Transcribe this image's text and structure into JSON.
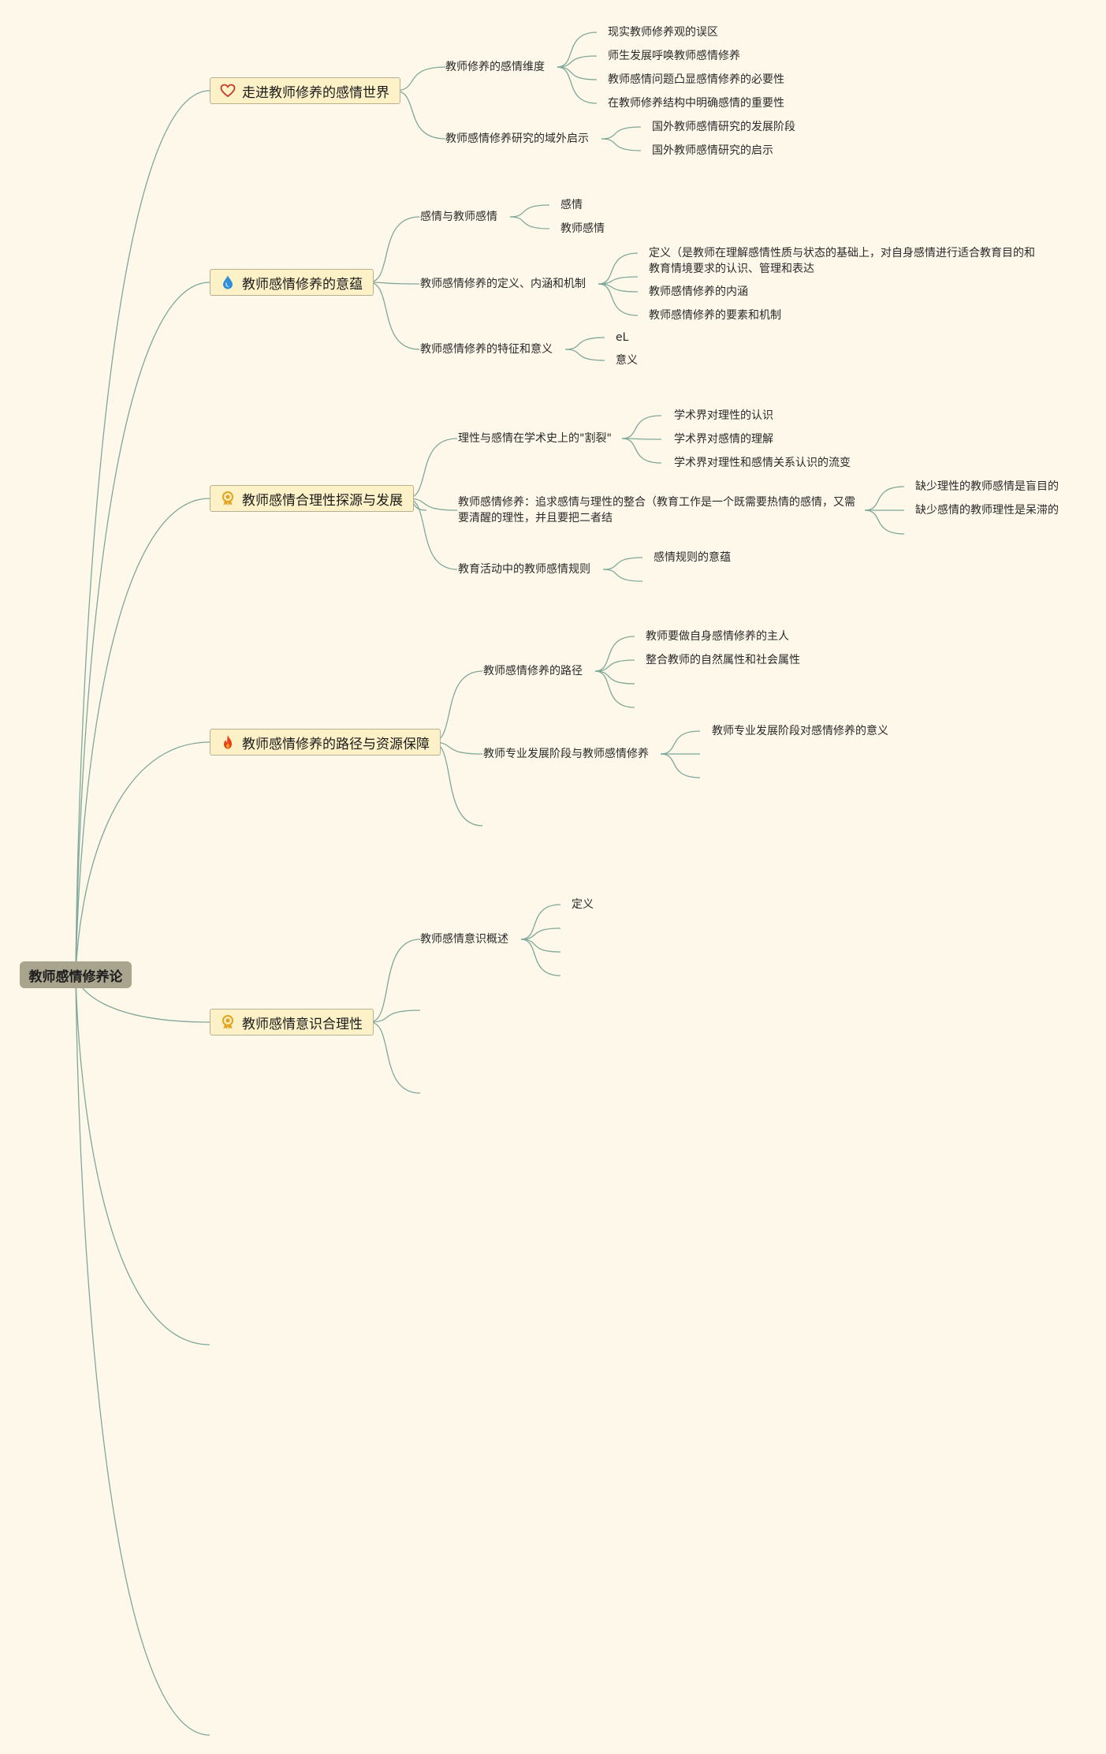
{
  "root": {
    "label": "教师感情修养论"
  },
  "topics": [
    {
      "label": "走进教师修养的感情世界",
      "icon": "heart-icon",
      "subs": [
        {
          "label": "教师修养的感情维度",
          "leaves": [
            "现实教师修养观的误区",
            "师生发展呼唤教师感情修养",
            "教师感情问题凸显感情修养的必要性",
            "在教师修养结构中明确感情的重要性"
          ]
        },
        {
          "label": "教师感情修养研究的域外启示",
          "leaves": [
            "国外教师感情研究的发展阶段",
            "国外教师感情研究的启示"
          ]
        }
      ]
    },
    {
      "label": "教师感情修养的意蕴",
      "icon": "water-drop-icon",
      "subs": [
        {
          "label": "感情与教师感情",
          "leaves": [
            "感情",
            "教师感情"
          ]
        },
        {
          "label": "教师感情修养的定义、内涵和机制",
          "leaves": [
            "定义（是教师在理解感情性质与状态的基础上，对自身感情进行适合教育目的和教育情境要求的认识、管理和表达",
            "教师感情修养的内涵",
            "教师感情修养的要素和机制"
          ]
        },
        {
          "label": "教师感情修养的特征和意义",
          "leaves": [
            "eL",
            "意义"
          ]
        }
      ]
    },
    {
      "label": "教师感情合理性探源与发展",
      "icon": "medal-icon",
      "subs": [
        {
          "label": "理性与感情在学术史上的\"割裂\"",
          "leaves": [
            "学术界对理性的认识",
            "学术界对感情的理解",
            "学术界对理性和感情关系认识的流变"
          ]
        },
        {
          "label": "教师感情修养：追求感情与理性的整合（教育工作是一个既需要热情的感情，又需要清醒的理性，并且要把二者结",
          "leaves": [
            "缺少理性的教师感情是盲目的",
            "缺少感情的教师理性是呆滞的"
          ]
        },
        {
          "label": "教育活动中的教师感情规则",
          "leaves": [
            "感情规则的意蕴"
          ]
        }
      ]
    },
    {
      "label": "教师感情修养的路径与资源保障",
      "icon": "fire-icon",
      "subs": [
        {
          "label": "教师感情修养的路径",
          "leaves": [
            "教师要做自身感情修养的主人",
            "整合教师的自然属性和社会属性"
          ]
        },
        {
          "label": "教师专业发展阶段与教师感情修养",
          "leaves": [
            "教师专业发展阶段对感情修养的意义"
          ]
        }
      ]
    },
    {
      "label": "教师感情意识合理性",
      "icon": "medal-icon",
      "subs": [
        {
          "label": "教师感情意识概述",
          "leaves": [
            "定义"
          ]
        }
      ]
    }
  ],
  "colors": {
    "background": "#fdf8ea",
    "line": "#7fa89a",
    "topic_fill": "#fdf1c8",
    "root_fill": "#a9a48e"
  }
}
